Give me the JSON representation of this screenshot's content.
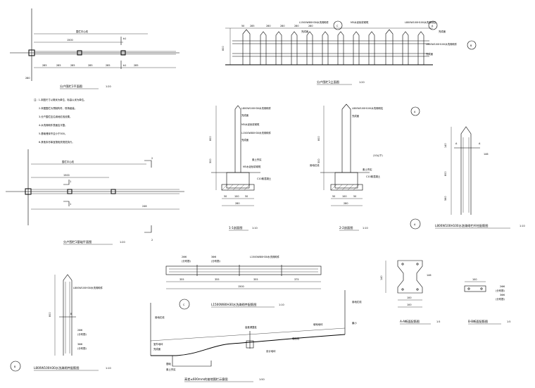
{
  "titles": {
    "plan1": "分户围栏1平面图",
    "plan1_scale": "1:20",
    "elev1": "分户围栏1立面图",
    "elev1_scale": "1:20",
    "plan_break": "分户围栏1基础平面图",
    "plan_break_scale": "1:20",
    "sec11": "1-1剖面图",
    "sec11_scale": "1:10",
    "sec22": "2-2剖面图",
    "sec22_scale": "1:10",
    "postA": "L800W100H100水洗珠砌栏杆柱配筋图",
    "postA_scale": "1:10",
    "beamC": "L1500W80H30水洗珠砌件配筋图",
    "beamC_scale": "1:10",
    "postB": "L800W100H30水洗珠砌件配筋图",
    "postB_scale": "1:10",
    "secAA": "A-A断面配筋图",
    "secAA_scale": "1:5",
    "secBB": "B-B断面配筋图",
    "secBB_scale": "1:5",
    "slope": "高差≤600mm的坡地围栏示意图",
    "slope_scale": "1:50"
  },
  "bubbles": {
    "A": "A",
    "B": "B",
    "C": "C"
  },
  "labels": {
    "l1500": "L1500W80H30水洗珠砌件",
    "l800h30": "L800W100H30水洗珠砌件",
    "l800h100": "L800W100H100水洗珠砌柱",
    "l800h100b": "L800W100H100水洗珠砌件",
    "finish": "完成面",
    "m5": "M5水泥砂浆砌筑",
    "found": "素土夯实",
    "c10": "C10素混凝土",
    "grade": "室外地坪",
    "boundary": "用地红线",
    "dim_mark": "(10以下)",
    "top_label": "围栏中心线",
    "rebar1": "2Φ6",
    "rebar2": "3Φ6",
    "rebar_note": "(分布筋)",
    "slope_grade": "坡地地坪",
    "slope_note": "高差调整处",
    "min_dim": "最小",
    "pile_label": "基础",
    "wall_label": "墙面线",
    "base_label": "设计地坪"
  },
  "notes": [
    "注：1.本图尺寸以毫米为单位，标高以米为单位。",
    "2.本图围栏为预制构件，现场组装。",
    "3.分户围栏应沿用地红线设置。",
    "4.水洗珠砌件表面应平整。",
    "5.基础埋深不应小于300。",
    "6.其他未尽事宜按相关规范执行。"
  ],
  "dims": {
    "plan_top": [
      "50",
      "285",
      "1500",
      "285",
      "50"
    ],
    "plan_bottom": [
      "285",
      "285",
      "285",
      "285",
      "285",
      "285"
    ],
    "elev_left": [
      "50",
      "285",
      "280",
      "280",
      "280",
      "280"
    ],
    "sec_h": [
      "800",
      "470",
      "300"
    ],
    "sec_w": [
      "50",
      "100",
      "50",
      "280"
    ],
    "postA_h": [
      "800",
      "560",
      "140"
    ],
    "beam_w": [
      "355",
      "355",
      "355",
      "375",
      "1500"
    ],
    "aa_w": [
      "100",
      "140"
    ],
    "side_dims": [
      "146",
      "100"
    ]
  }
}
